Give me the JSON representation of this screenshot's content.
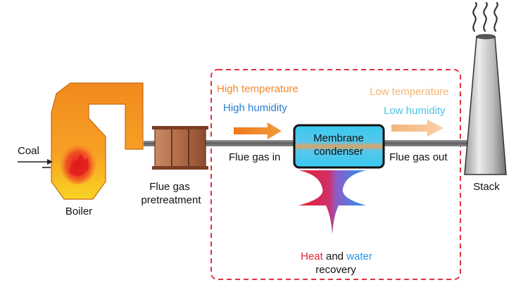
{
  "labels": {
    "coal": "Coal",
    "boiler": "Boiler",
    "pretreatment_line1": "Flue gas",
    "pretreatment_line2": "pretreatment",
    "high_temperature": "High temperature",
    "high_humidity": "High humidity",
    "membrane_line1": "Membrane",
    "membrane_line2": "condenser",
    "flue_gas_in": "Flue gas in",
    "flue_gas_out": "Flue gas out",
    "low_temperature": "Low temperature",
    "low_humidity": "Low humidity",
    "stack": "Stack",
    "heat": "Heat",
    "and": " and ",
    "water": "water",
    "recovery": "recovery"
  },
  "colors": {
    "hot_orange": "#f08a28",
    "cool_orange": "#f6c08a",
    "humid_blue": "#2a7fd4",
    "dry_blue": "#4cc3e8",
    "heat_red": "#e52330",
    "water_blue": "#2196f3",
    "dashed_border": "#e0323f",
    "pipe_gray": "#6e6e6e"
  }
}
